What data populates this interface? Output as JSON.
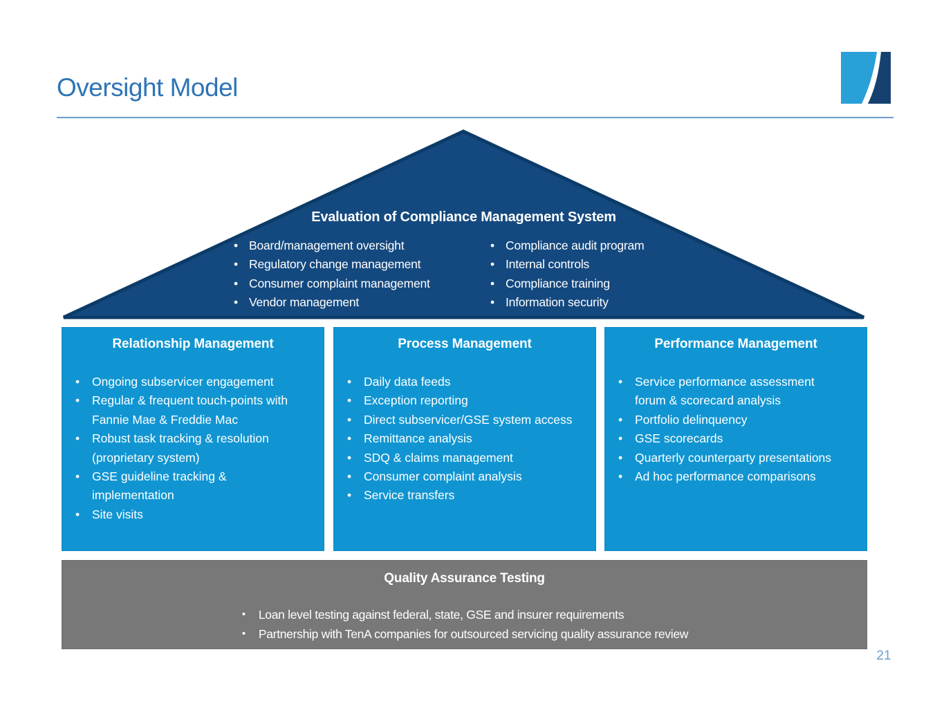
{
  "slide": {
    "title": "Oversight Model",
    "page_number": "21"
  },
  "colors": {
    "title_text": "#2E74B6",
    "rule": "#6B9DCB",
    "pyramid_fill": "#14497F",
    "pyramid_border": "#0C3B68",
    "box_blue": "#1095D2",
    "box_blue_border": "#0E86C1",
    "box_gray": "#787878",
    "box_gray_border": "#6A6A6A",
    "bullet_text": "#FFFFFF",
    "page_number": "#6F9ECB",
    "logo_light": "#29A0D8",
    "logo_dark": "#16406F"
  },
  "pyramid": {
    "title": "Evaluation of Compliance Management System",
    "left_bullets": [
      "Board/management oversight",
      "Regulatory change management",
      "Consumer complaint management",
      "Vendor management"
    ],
    "right_bullets": [
      "Compliance audit program",
      "Internal controls",
      "Compliance training",
      "Information security"
    ]
  },
  "columns": [
    {
      "title": "Relationship Management",
      "bullets": [
        "Ongoing subservicer engagement",
        "Regular & frequent touch-points with Fannie Mae & Freddie Mac",
        "Robust task tracking & resolution (proprietary system)",
        "GSE guideline tracking & implementation",
        "Site visits"
      ]
    },
    {
      "title": "Process Management",
      "bullets": [
        "Daily data feeds",
        "Exception reporting",
        "Direct subservicer/GSE system access",
        "Remittance analysis",
        "SDQ & claims management",
        "Consumer complaint analysis",
        "Service transfers"
      ]
    },
    {
      "title": "Performance Management",
      "bullets": [
        "Service performance assessment forum & scorecard analysis",
        "Portfolio delinquency",
        "GSE scorecards",
        "Quarterly counterparty presentations",
        "Ad hoc performance comparisons"
      ]
    }
  ],
  "qa": {
    "title": "Quality Assurance Testing",
    "bullets": [
      "Loan level testing against federal, state, GSE and insurer requirements",
      "Partnership with TenA companies for outsourced servicing quality assurance review"
    ]
  }
}
